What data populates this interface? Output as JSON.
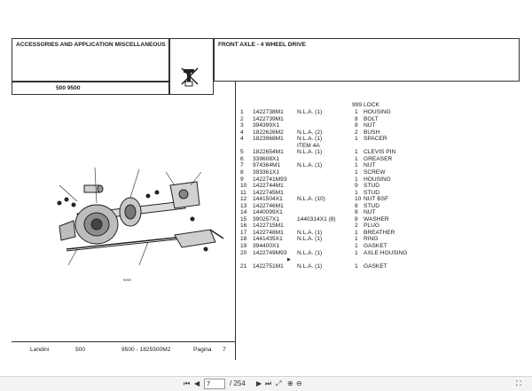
{
  "left_panel": {
    "title": "ACCESSORIES AND APPLICATION MISCELLANEOUS",
    "model": "500 9500"
  },
  "right_panel": {
    "title": "FRONT AXLE - 4 WHEEL DRIVE"
  },
  "figure": {
    "ref_code": "9000"
  },
  "parts_header": {
    "qty": "999",
    "desc": "LOCK"
  },
  "parts": [
    {
      "no": "1",
      "part": "1422738M1",
      "note": "N.L.A.  (1)",
      "qty": "1",
      "desc": "HOUSING"
    },
    {
      "no": "2",
      "part": "1422739M1",
      "note": "",
      "qty": "8",
      "desc": "BOLT"
    },
    {
      "no": "3",
      "part": "394399X1",
      "note": "",
      "qty": "8",
      "desc": "NUT"
    },
    {
      "no": "4",
      "part": "1822626M2",
      "note": "N.L.A.  (2)",
      "qty": "2",
      "desc": "BUSH"
    },
    {
      "no": "4",
      "part": "1823968M1",
      "note": "N.L.A.  (1)",
      "note2": "ITEM 4A",
      "qty": "1",
      "desc": "SPACER"
    },
    {
      "no": "5",
      "part": "1822654M1",
      "note": "N.L.A.  (1)",
      "qty": "1",
      "desc": "CLEVIS PIN"
    },
    {
      "no": "6",
      "part": "339608X1",
      "note": "",
      "qty": "1",
      "desc": "GREASER"
    },
    {
      "no": "7",
      "part": "974364M1",
      "note": "N.L.A.  (1)",
      "qty": "1",
      "desc": "NUT"
    },
    {
      "no": "8",
      "part": "393361X1",
      "note": "",
      "qty": "1",
      "desc": "SCREW"
    },
    {
      "no": "9",
      "part": "1422741M93",
      "note": "",
      "qty": "1",
      "desc": "HOUSING"
    },
    {
      "no": "10",
      "part": "1422744M1",
      "note": "",
      "qty": "9",
      "desc": "STUD"
    },
    {
      "no": "11",
      "part": "1422745M1",
      "note": "",
      "qty": "1",
      "desc": "STUD"
    },
    {
      "no": "12",
      "part": "1441504X1",
      "note": "N.L.A.  (10)",
      "qty": "10",
      "desc": "NUT BSF"
    },
    {
      "no": "13",
      "part": "1422746M1",
      "note": "",
      "qty": "8",
      "desc": "STUD"
    },
    {
      "no": "14",
      "part": "1440099X1",
      "note": "",
      "qty": "8",
      "desc": "NUT"
    },
    {
      "no": "15",
      "part": "390257X1",
      "note": "1440314X1  (8)",
      "qty": "8",
      "desc": "WASHER"
    },
    {
      "no": "16",
      "part": "1422715M1",
      "note": "",
      "qty": "2",
      "desc": "PLUG"
    },
    {
      "no": "17",
      "part": "1422748M1",
      "note": "N.L.A.  (1)",
      "qty": "1",
      "desc": "BREATHER"
    },
    {
      "no": "18",
      "part": "1441435X1",
      "note": "N.L.A.  (1)",
      "qty": "1",
      "desc": "RING"
    },
    {
      "no": "19",
      "part": "394400X1",
      "note": "",
      "qty": "1",
      "desc": "GASKET"
    },
    {
      "no": "20",
      "part": "1422749M93",
      "part_mark": "▶",
      "note": "N.L.A.  (1)",
      "qty": "1",
      "desc": "AXLE HOUSING"
    },
    {
      "no": "21",
      "part": "1422751M1",
      "note": "N.L.A.  (1)",
      "qty": "1",
      "desc": "GASKET"
    }
  ],
  "footer": {
    "brand": "Landini",
    "model": "500",
    "code": "9500 - 1825500M2",
    "page_label": "Pagina",
    "page_no": "7"
  },
  "viewer": {
    "current_page": "7",
    "total_pages": "/ 254",
    "icons": [
      "first-page-icon",
      "previous-page-icon",
      "next-page-icon",
      "last-page-icon",
      "fit-page-icon",
      "zoom-in-icon",
      "zoom-out-icon",
      "fullscreen-icon"
    ]
  }
}
